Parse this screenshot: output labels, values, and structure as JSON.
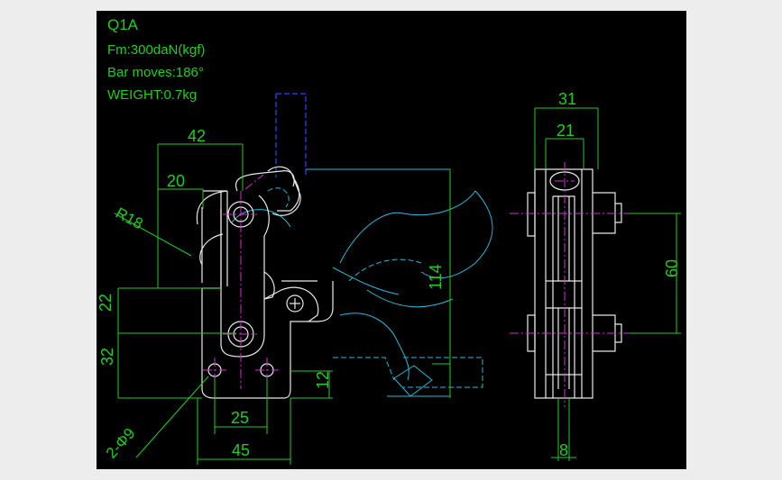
{
  "notes": {
    "model": "Q1A",
    "force": "Fm:300daN(kgf)",
    "bar_moves": "Bar moves:186°",
    "weight": "WEIGHT:0.7kg"
  },
  "dimensions": {
    "d42": "42",
    "d20": "20",
    "r18": "R18",
    "d114": "114",
    "d22": "22",
    "d32": "32",
    "d12": "12",
    "d25": "25",
    "d45": "45",
    "holes": "2-Φ9",
    "d31": "31",
    "d21": "21",
    "d60": "60",
    "d8": "8"
  },
  "colors": {
    "background": "#000000",
    "dimension": "#22cc22",
    "outline": "#e8e8e8",
    "open_position": "#2bb8d8",
    "hidden_bar": "#3344ff",
    "centerline": "#d030d0"
  }
}
